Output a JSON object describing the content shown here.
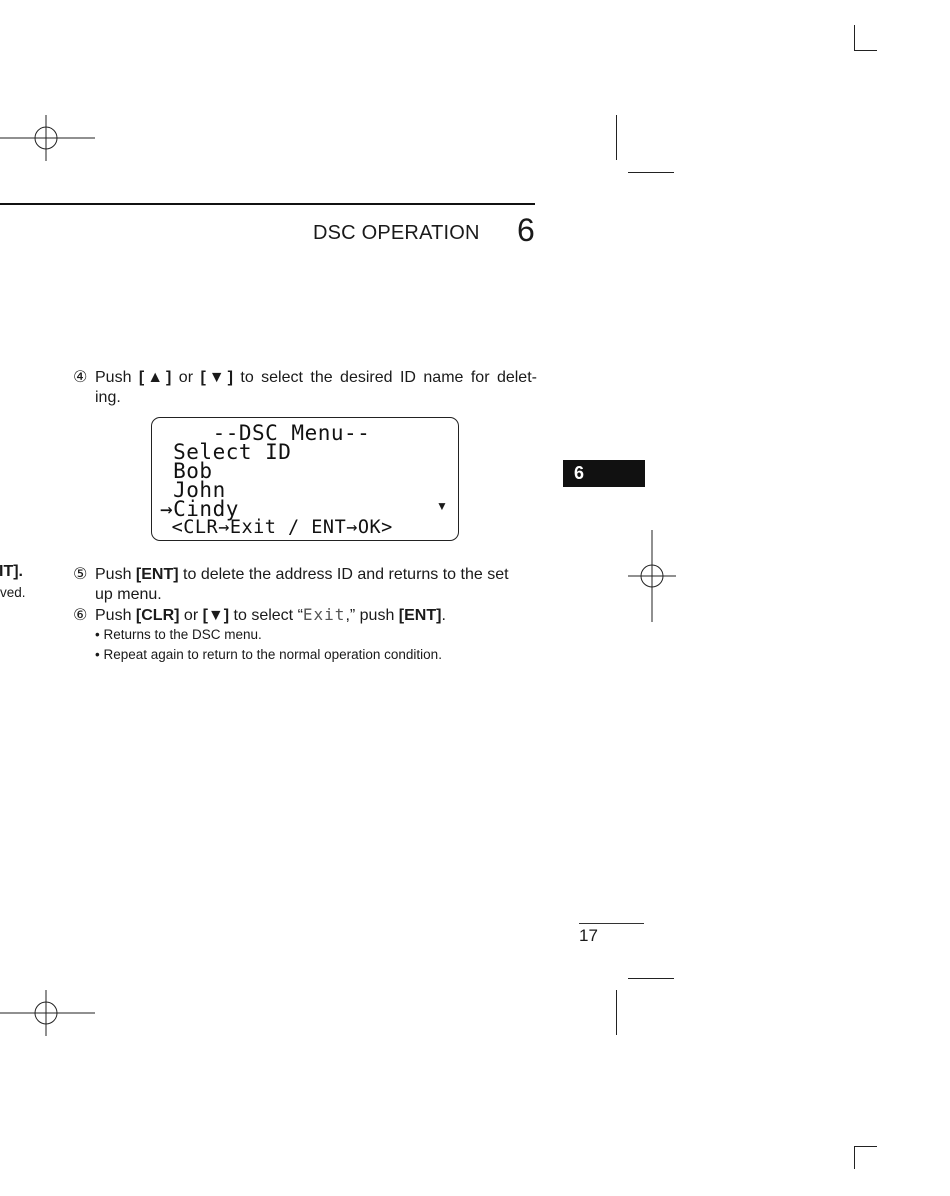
{
  "header": {
    "section_title": "DSC OPERATION",
    "section_number": "6"
  },
  "side_tab": {
    "label": "6"
  },
  "steps": [
    {
      "marker": "④",
      "line1": {
        "pre": "Push ",
        "k1": "[▲]",
        "mid": " or ",
        "k2": "[▼]",
        "post": " to select the desired ID name for delet-"
      },
      "line2": "ing."
    },
    {
      "marker": "⑤",
      "line1": {
        "pre": "Push ",
        "k1": "[ENT]",
        "post": " to delete the address ID and returns to the set"
      },
      "line2": "up menu."
    },
    {
      "marker": "⑥",
      "line1": {
        "pre": "Push ",
        "k1": "[CLR]",
        "mid": " or ",
        "k2": "[▼]",
        "pre2": " to select “",
        "lcd_word": "Exit",
        "post": ",” push ",
        "k3": "[ENT]",
        "end": "."
      },
      "bullets": [
        "• Returns to the DSC menu.",
        "• Repeat again to return to the normal operation condition."
      ]
    }
  ],
  "lcd": {
    "lines": [
      "    --DSC Menu--",
      " Select ID",
      " Bob",
      " John",
      "→Cindy",
      " <CLR→Exit / ENT→OK>"
    ],
    "scroll_indicator": "▼"
  },
  "left_fragments": {
    "line1": "IT].",
    "line2": "ved."
  },
  "page_number": "17"
}
